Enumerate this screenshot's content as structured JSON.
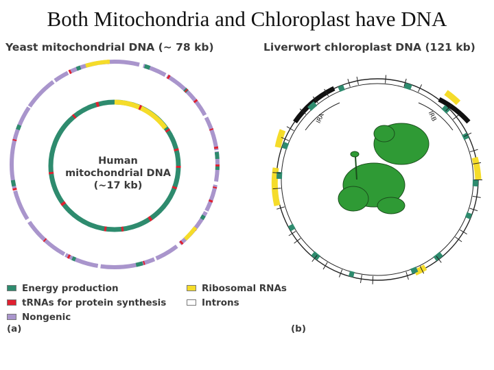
{
  "title": "Both Mitochondria and Chloroplast have DNA",
  "panel_a": {
    "heading": "Yeast mitochondrial DNA (~ 78 kb)",
    "inner_label_line1": "Human",
    "inner_label_line2": "mitochondrial DNA",
    "inner_label_line3": "(~17 kb)",
    "label": "(a)"
  },
  "panel_b": {
    "heading": "Liverwort chloroplast DNA (121 kb)",
    "ira_label": "IRA",
    "irb_label": "IRB",
    "label": "(b)"
  },
  "legend_left": [
    {
      "label": "Energy production",
      "color": "#2e8b6e"
    },
    {
      "label": "tRNAs for protein synthesis",
      "color": "#e02030"
    },
    {
      "label": "Nongenic",
      "color": "#a995cc"
    }
  ],
  "legend_right": [
    {
      "label": "Ribosomal RNAs",
      "color": "#f5dc2a"
    },
    {
      "label": "Introns",
      "color": "#ffffff"
    }
  ],
  "colors": {
    "energy": "#2e8b6e",
    "trna": "#e02030",
    "nongenic": "#a995cc",
    "rrna": "#f5dc2a",
    "intron": "#ffffff",
    "plant": "#2f9a35"
  }
}
